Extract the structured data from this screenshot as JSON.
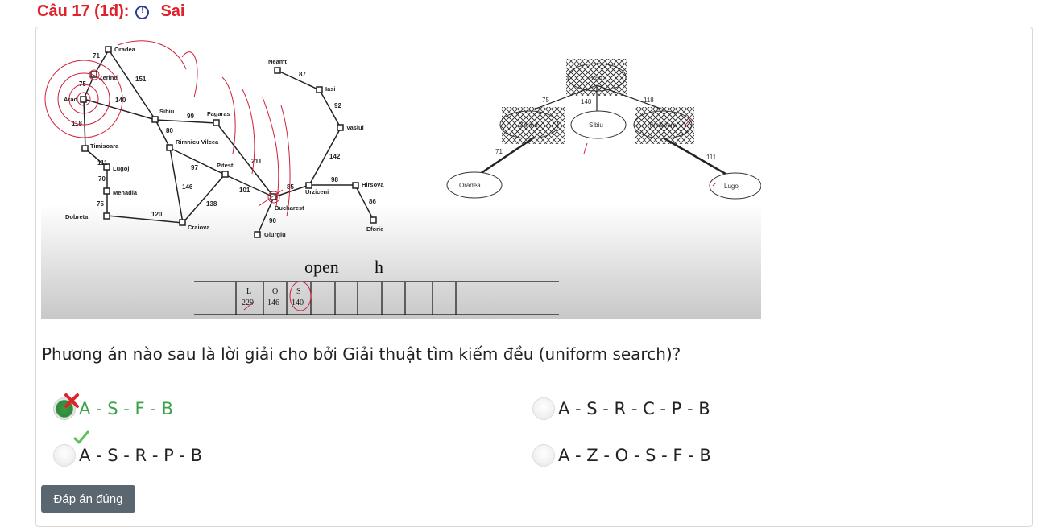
{
  "question": {
    "number_label": "Câu 17 (1đ):",
    "status": "Sai",
    "prompt": "Phương án nào sau là lời giải cho bởi Giải thuật tìm kiếm đều (uniform search)?"
  },
  "figure": {
    "map": {
      "cities": [
        "Oradea",
        "Zerind",
        "Arad",
        "Timisoara",
        "Lugoj",
        "Mehadia",
        "Dobreta",
        "Craiova",
        "Sibiu",
        "Rimnicu Vilcea",
        "Fagaras",
        "Pitesti",
        "Bucharest",
        "Giurgiu",
        "Urziceni",
        "Hirsova",
        "Eforie",
        "Vaslui",
        "Iasi",
        "Neamt"
      ],
      "distances": [
        "71",
        "151",
        "75",
        "140",
        "118",
        "111",
        "70",
        "75",
        "120",
        "99",
        "80",
        "97",
        "146",
        "138",
        "211",
        "101",
        "85",
        "90",
        "98",
        "86",
        "142",
        "92",
        "87"
      ]
    },
    "tree": {
      "root": "Arad",
      "children": [
        "Zerind",
        "Sibiu",
        "Timisoara"
      ],
      "edge_labels": [
        "75",
        "140",
        "118",
        "71",
        "111"
      ],
      "leaves": [
        "Oradea",
        "Lugoj"
      ]
    },
    "open_label": "open",
    "h_label": "h",
    "queue": [
      {
        "name": "L",
        "cost": "229"
      },
      {
        "name": "O",
        "cost": "146"
      },
      {
        "name": "S",
        "cost": "140"
      }
    ]
  },
  "options": [
    {
      "label": "A - S - F - B",
      "state": "chosen-wrong"
    },
    {
      "label": "A - S - R - C - P - B",
      "state": "unselected"
    },
    {
      "label": "A - S - R - P - B",
      "state": "correct"
    },
    {
      "label": "A - Z - O - S - F - B",
      "state": "unselected"
    }
  ],
  "answer_button": "Đáp án đúng",
  "colors": {
    "header_red": "#e0202a",
    "correct_green": "#3aa34a",
    "button_grey": "#5b6770"
  }
}
